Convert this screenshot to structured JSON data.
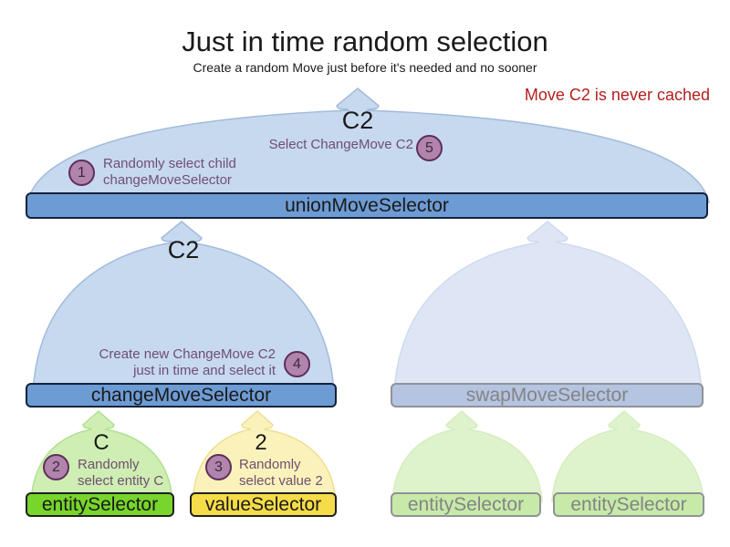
{
  "title": "Just in time random selection",
  "subtitle": "Create a random Move just before it's needed and no sooner",
  "warning": "Move C2 is never cached",
  "flow_labels": {
    "union_output": "C2",
    "change_output": "C2",
    "entity_output": "C",
    "value_output": "2"
  },
  "selectors": {
    "union": "unionMoveSelector",
    "change": "changeMoveSelector",
    "swap": "swapMoveSelector",
    "entity": "entitySelector",
    "value": "valueSelector",
    "entity_faded_1": "entitySelector",
    "entity_faded_2": "entitySelector"
  },
  "steps": [
    {
      "num": "1",
      "line1": "Randomly select child",
      "line2": "changeMoveSelector"
    },
    {
      "num": "2",
      "line1": "Randomly",
      "line2": "select entity C"
    },
    {
      "num": "3",
      "line1": "Randomly",
      "line2": "select value 2"
    },
    {
      "num": "4",
      "line1": "Create new ChangeMove C2",
      "line2": "just in time and select it"
    },
    {
      "num": "5",
      "line1": "Select ChangeMove C2",
      "line2": ""
    }
  ],
  "colors": {
    "selector_blue": "#6d9bd3",
    "selector_blue_border": "#12233c",
    "funnel_blue": "#c6d9ef",
    "funnel_blue_stroke": "#a3bbdb",
    "funnel_blue_faded": "#dee6f5",
    "funnel_blue_faded_stroke": "#cfdaee",
    "swap_bar": "#b5c4e1",
    "faded_border": "#8f9398",
    "faded_text": "#848484",
    "entity_green": "#77d52b",
    "value_yellow": "#f5dc48",
    "funnel_green": "#ceeeb3",
    "funnel_green_stroke": "#b2e091",
    "funnel_yellow": "#fbf2bb",
    "funnel_yellow_stroke": "#ecdf93",
    "funnel_green_faded": "#def2cc",
    "funnel_green_faded_stroke": "#d5edbf",
    "faded_green_bar": "#c7eaa9",
    "badge_fill": "#b184ab",
    "badge_stroke": "#5e2e5c",
    "badge_text": "#3f2547",
    "note_purple": "#714e71",
    "warning_red": "#b41e1e",
    "dark_border": "#1f1f1f",
    "text_dark": "#1a1a1a"
  }
}
